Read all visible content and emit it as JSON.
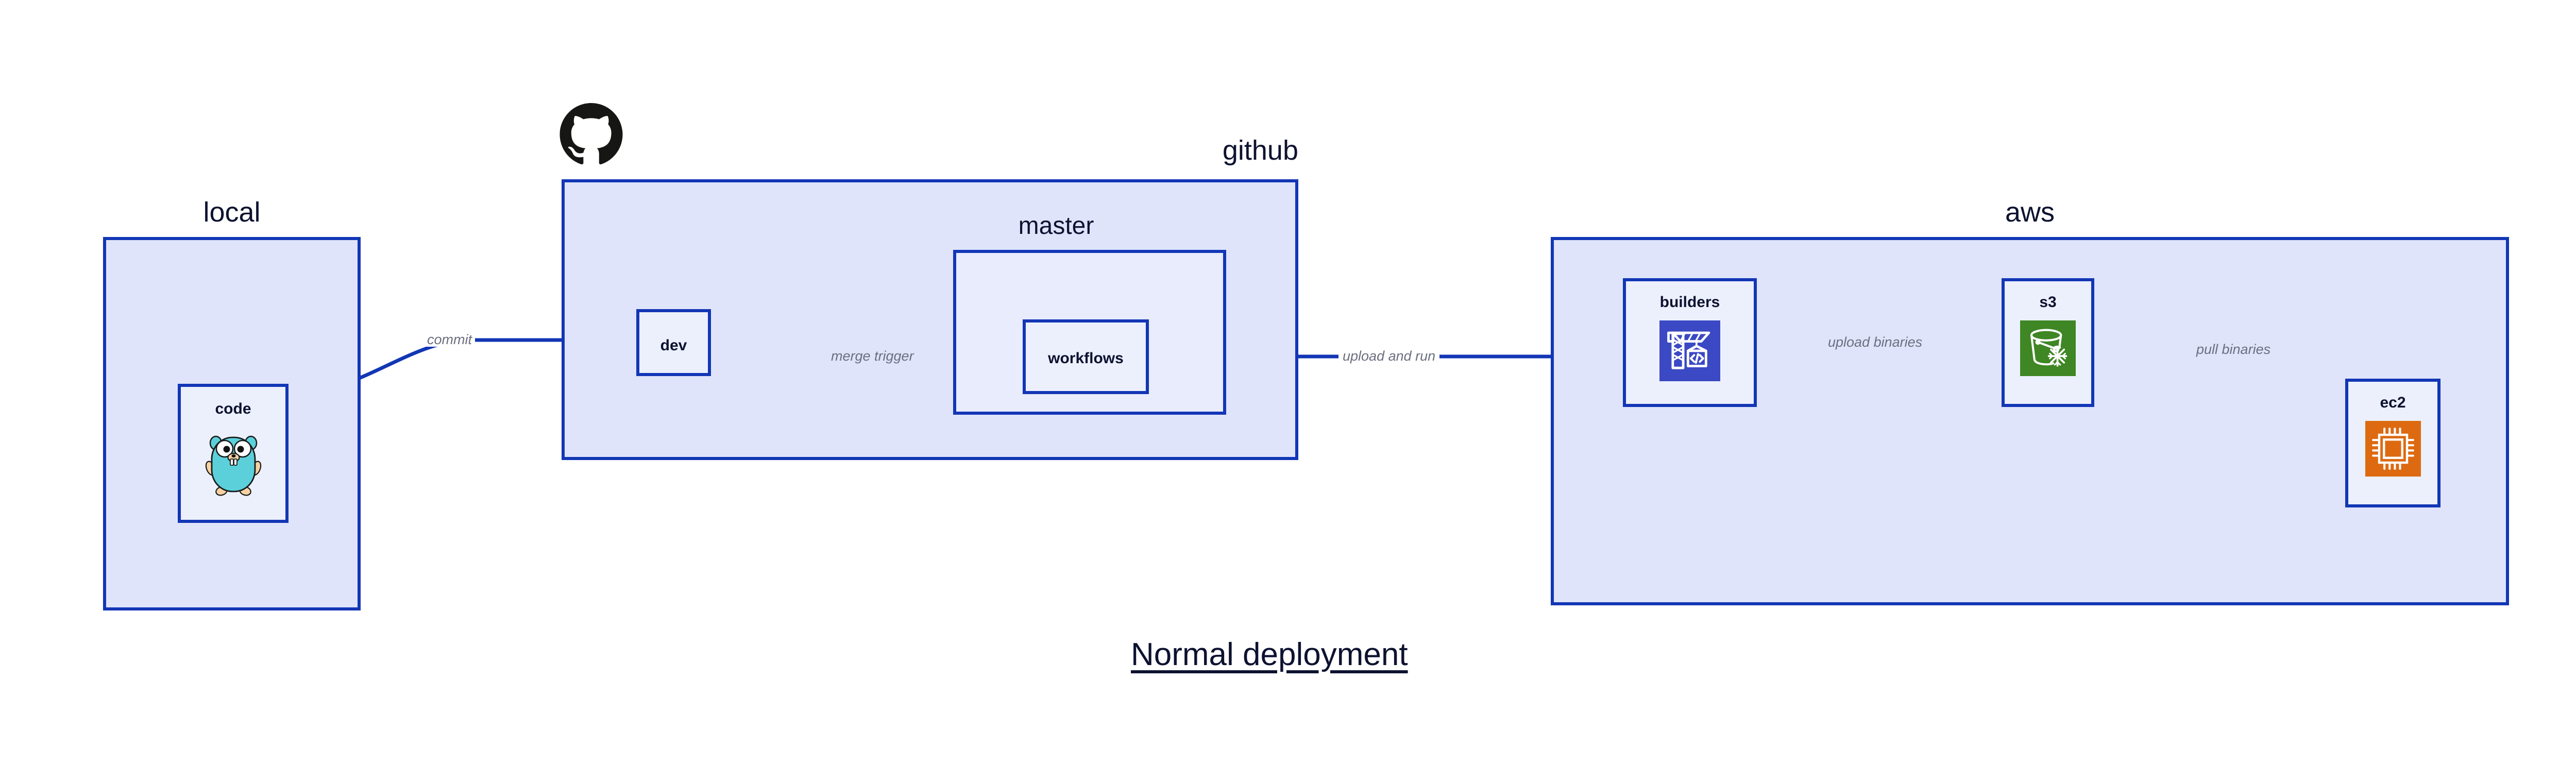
{
  "diagram": {
    "title": "Normal deployment",
    "colors": {
      "group_fill": "#dfe4fb",
      "subgroup_fill": "#e8ecfc",
      "node_fill": "#ecf0fd",
      "border": "#1236b5",
      "edge_stroke": "#1236b5",
      "edge_label_text": "#6b6f80",
      "label_text": "#0d1230",
      "codebuild_icon_bg": "#3b49c4",
      "s3_icon_bg": "#3f8624",
      "ec2_icon_bg": "#dd6a11",
      "gopher_body": "#5bd0da",
      "gopher_limb": "#f6d2a2",
      "octocat": "#161614"
    },
    "groups": [
      {
        "id": "local",
        "label": "local",
        "label_align": "center"
      },
      {
        "id": "github",
        "label": "github",
        "label_align": "right"
      },
      {
        "id": "aws",
        "label": "aws",
        "label_align": "center"
      }
    ],
    "subgroups": [
      {
        "id": "master",
        "label": "master",
        "parent": "github"
      }
    ],
    "nodes": [
      {
        "id": "code",
        "label": "code",
        "parent": "local",
        "icon": "go-gopher-icon"
      },
      {
        "id": "dev",
        "label": "dev",
        "parent": "github",
        "icon": null
      },
      {
        "id": "workflows",
        "label": "workflows",
        "parent": "master",
        "icon": null
      },
      {
        "id": "builders",
        "label": "builders",
        "parent": "aws",
        "icon": "aws-codebuild-icon"
      },
      {
        "id": "s3",
        "label": "s3",
        "parent": "aws",
        "icon": "aws-s3-glacier-icon"
      },
      {
        "id": "ec2",
        "label": "ec2",
        "parent": "aws",
        "icon": "aws-ec2-icon"
      }
    ],
    "edges": [
      {
        "id": "commit",
        "label": "commit",
        "from": "code",
        "to": "dev",
        "shape": "curved"
      },
      {
        "id": "merge-trigger",
        "label": "merge trigger",
        "from": "dev",
        "to": "workflows",
        "shape": "straight"
      },
      {
        "id": "upload-and-run",
        "label": "upload and run",
        "from": "workflows",
        "to": "builders",
        "shape": "straight"
      },
      {
        "id": "upload-binaries",
        "label": "upload binaries",
        "from": "builders",
        "to": "s3",
        "shape": "straight"
      },
      {
        "id": "pull-binaries",
        "label": "pull binaries",
        "from": "s3",
        "to": "ec2",
        "shape": "curved"
      }
    ],
    "brand_marks": [
      {
        "id": "github-octocat",
        "icon": "github-octocat-icon",
        "near": "github"
      }
    ]
  }
}
